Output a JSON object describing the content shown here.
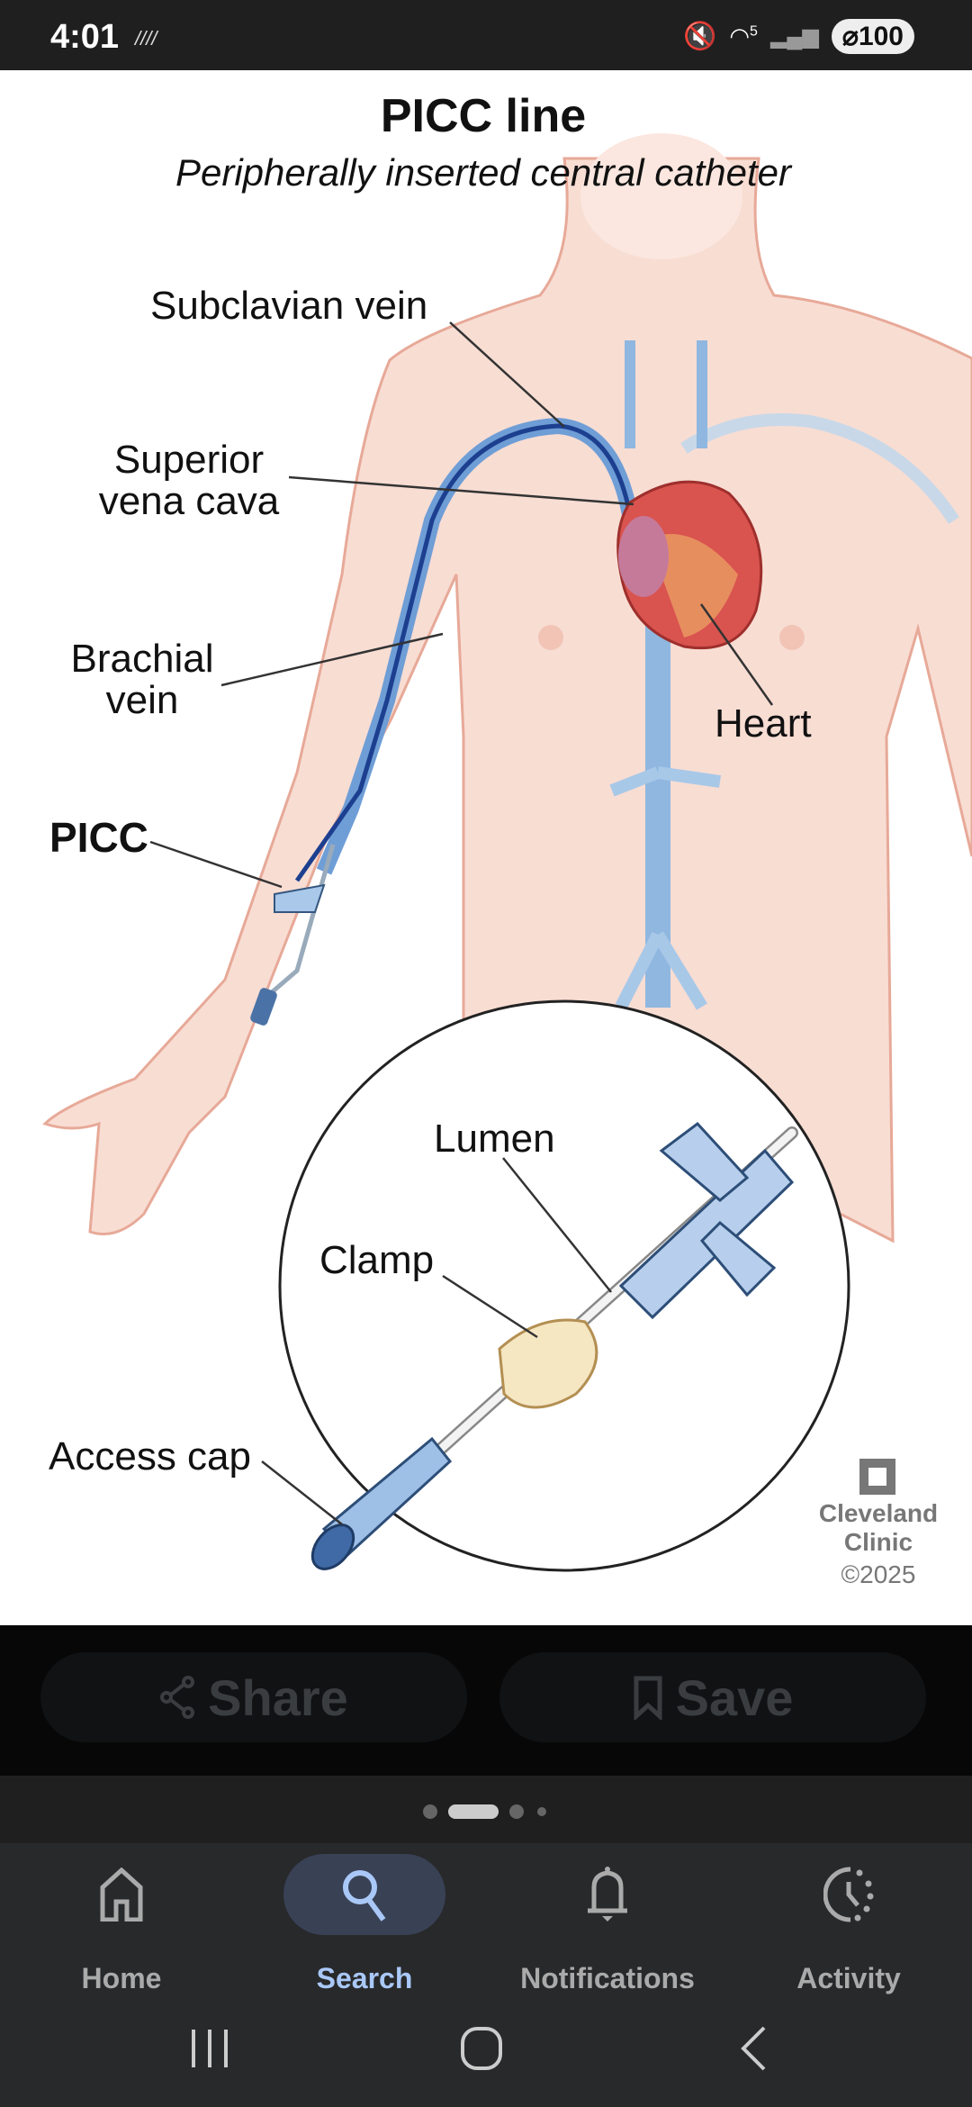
{
  "status": {
    "time": "4:01",
    "network_badge": "5",
    "battery": "100"
  },
  "figure": {
    "title": "PICC line",
    "subtitle": "Peripherally inserted central catheter",
    "labels": {
      "subclavian": "Subclavian vein",
      "svc_1": "Superior",
      "svc_2": "vena cava",
      "brachial_1": "Brachial",
      "brachial_2": "vein",
      "picc": "PICC",
      "heart": "Heart",
      "lumen": "Lumen",
      "clamp": "Clamp",
      "access_cap": "Access cap"
    },
    "logo": {
      "line1": "Cleveland",
      "line2": "Clinic",
      "copyright": "©2025"
    }
  },
  "actions": {
    "share": "Share",
    "save": "Save"
  },
  "pager": {
    "count": 4,
    "active": 1
  },
  "nav": [
    {
      "label": "Home",
      "icon": "home-icon"
    },
    {
      "label": "Search",
      "icon": "search-icon",
      "active": true
    },
    {
      "label": "Notifications",
      "icon": "bell-icon"
    },
    {
      "label": "Activity",
      "icon": "activity-icon"
    }
  ],
  "colors": {
    "accent": "#a9c8f7",
    "vein": "#2f57a8",
    "skin": "#f8ddd3"
  }
}
